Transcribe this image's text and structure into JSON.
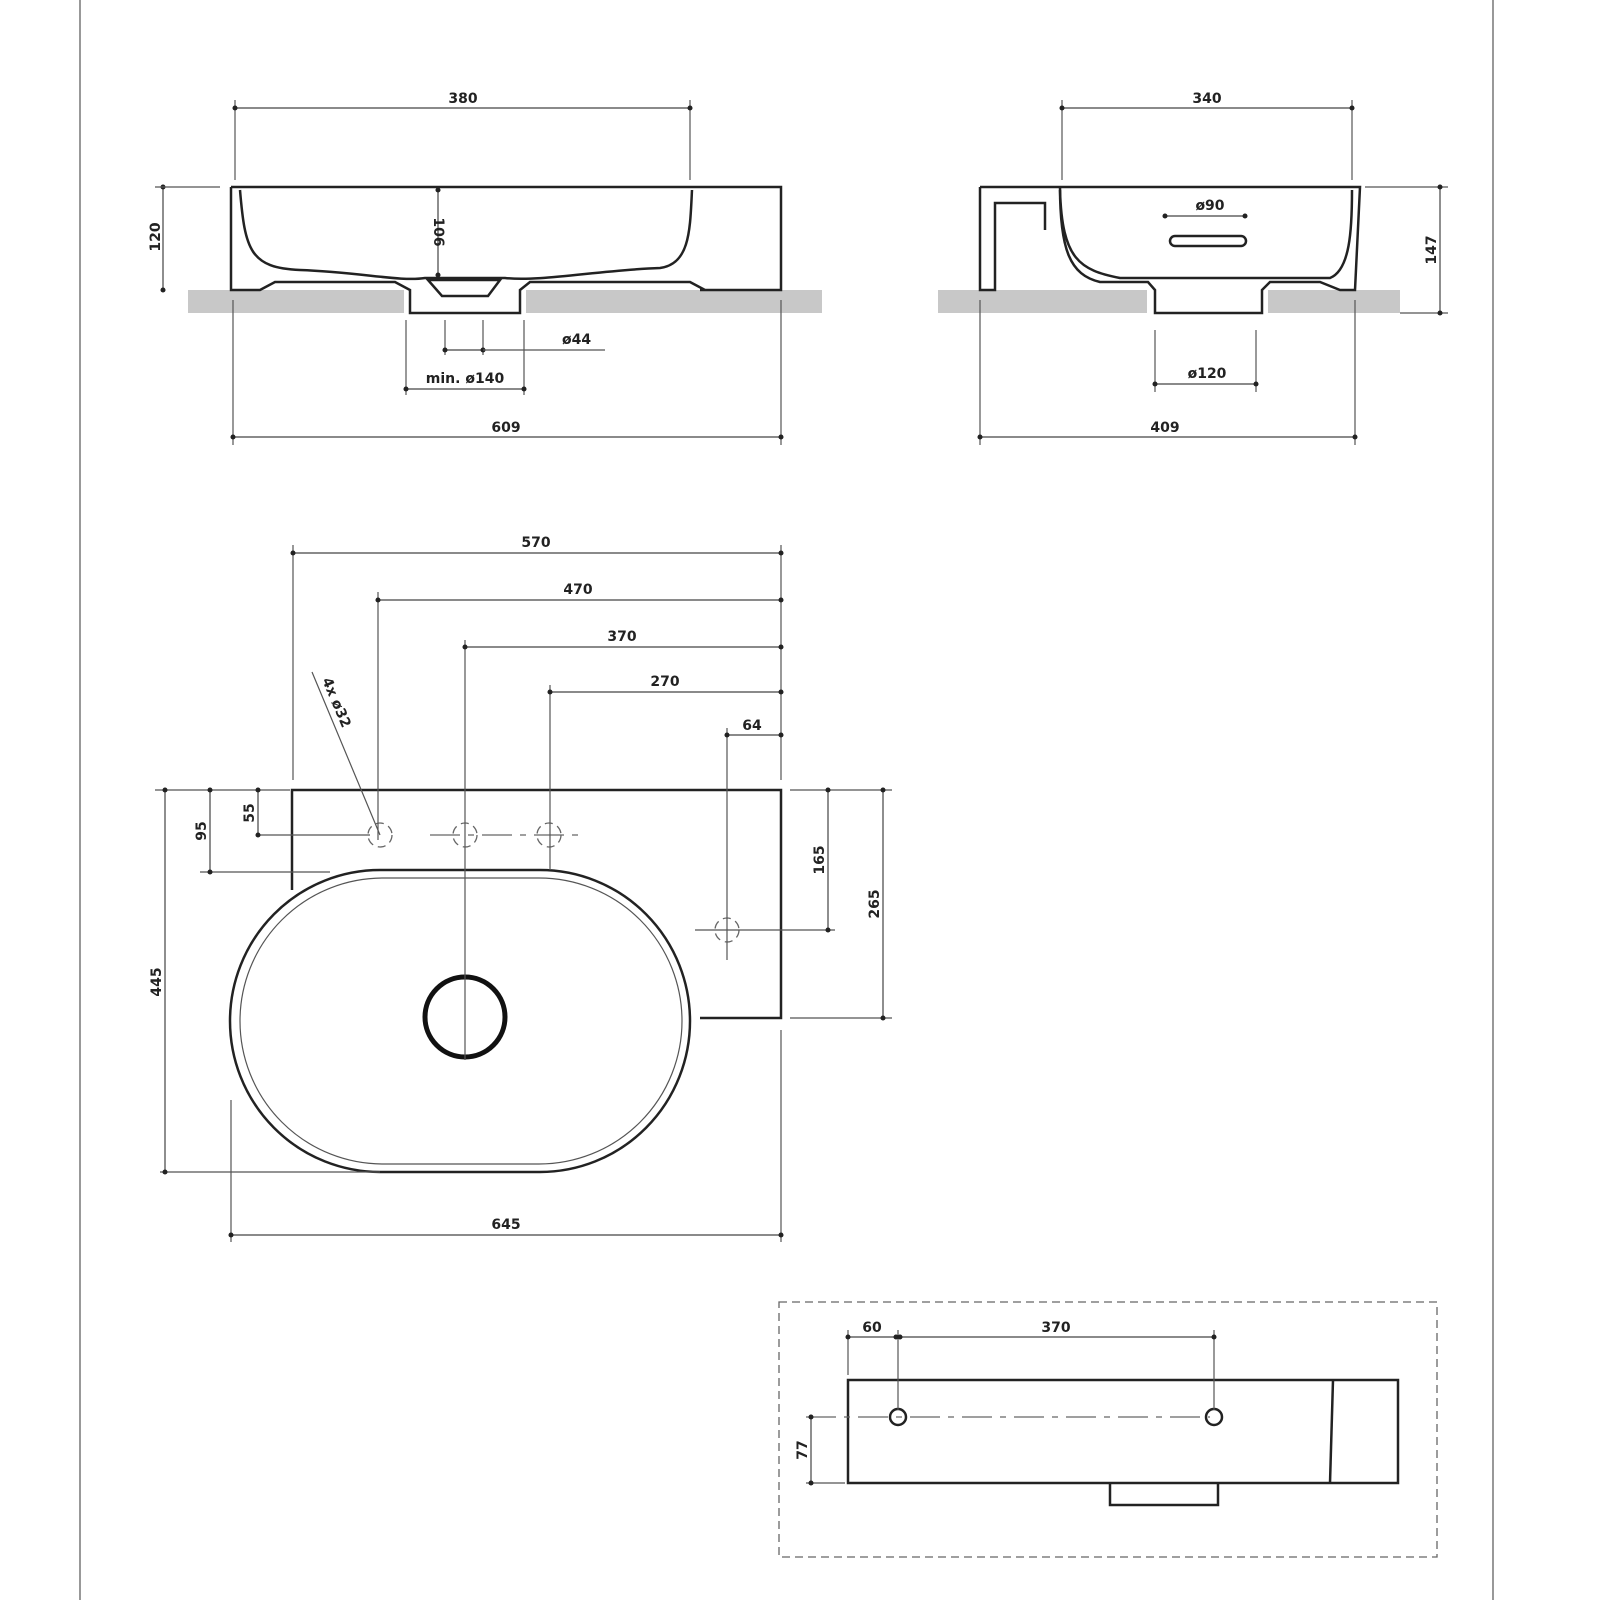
{
  "front_view": {
    "width_inner": "380",
    "height": "120",
    "depth": "106",
    "drain_dia": "ø44",
    "cutout": "min. ø140",
    "width_total": "609"
  },
  "side_view": {
    "width_inner": "340",
    "overflow": "ø90",
    "height": "147",
    "drain_dia": "ø120",
    "depth_total": "409"
  },
  "plan_view": {
    "d570": "570",
    "d470": "470",
    "d370": "370",
    "d270": "270",
    "d64": "64",
    "holes": "4x ø32",
    "d55": "55",
    "d95": "95",
    "d445": "445",
    "d165": "165",
    "d265": "265",
    "d645": "645"
  },
  "rear_view": {
    "d60": "60",
    "d370": "370",
    "d77": "77"
  }
}
